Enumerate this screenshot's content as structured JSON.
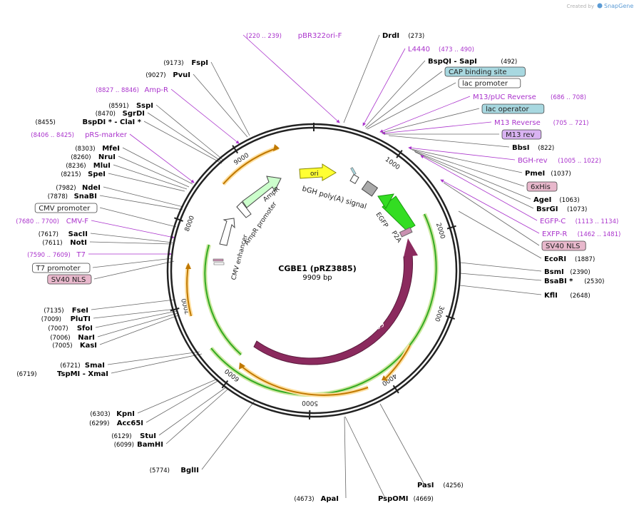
{
  "header": {
    "created_by": "Created by",
    "brand": "SnapGene",
    "brand_color": "#5b9bd5"
  },
  "plasmid": {
    "name": "CGBE1 (pRZ3885)",
    "size_label": "9909 bp",
    "length": 9909
  },
  "ticks": [
    {
      "bp": 1000,
      "label": "1000"
    },
    {
      "bp": 2000,
      "label": "2000"
    },
    {
      "bp": 3000,
      "label": "3000"
    },
    {
      "bp": 4000,
      "label": "4000"
    },
    {
      "bp": 5000,
      "label": "5000"
    },
    {
      "bp": 6000,
      "label": "6000"
    },
    {
      "bp": 7000,
      "label": "7000"
    },
    {
      "bp": 8000,
      "label": "8000"
    },
    {
      "bp": 9000,
      "label": "9000"
    }
  ],
  "features": [
    {
      "name": "Cas9",
      "color": "#8b2a5e"
    },
    {
      "name": "EGFP",
      "color": "#33dd22"
    },
    {
      "name": "P2A",
      "color": "#c990b0"
    },
    {
      "name": "bGH poly(A) signal",
      "color": "#999999"
    },
    {
      "name": "ori",
      "color": "#ffff33"
    },
    {
      "name": "AmpR",
      "color": "#ccffcc"
    },
    {
      "name": "AmpR promoter",
      "color": "#ffffff"
    },
    {
      "name": "CMV enhancer",
      "color": "#ffffff"
    }
  ],
  "right_labels": [
    {
      "id": "pbr322ori-f",
      "text": "pBR322ori-F",
      "pre": "(220 .. 239)",
      "kind": "primer"
    },
    {
      "id": "drdi",
      "text": "DrdI",
      "post": "(273)",
      "kind": "enzyme"
    },
    {
      "id": "l4440",
      "text": "L4440",
      "post": "(473 .. 490)",
      "kind": "primer"
    },
    {
      "id": "bspqi",
      "text": "BspQI   - SapI",
      "post": "(492)",
      "kind": "enzyme"
    },
    {
      "id": "cap-binding-site",
      "text": "CAP binding site",
      "kind": "box",
      "fill": "#a8d8e0"
    },
    {
      "id": "lac-promoter",
      "text": "lac promoter",
      "kind": "box",
      "fill": "#ffffff"
    },
    {
      "id": "m13-puc-reverse",
      "text": "M13/pUC Reverse",
      "post": "(686 .. 708)",
      "kind": "primer"
    },
    {
      "id": "lac-operator",
      "text": "lac operator",
      "kind": "box",
      "fill": "#a8d8e0"
    },
    {
      "id": "m13-reverse",
      "text": "M13 Reverse",
      "post": "(705 .. 721)",
      "kind": "primer"
    },
    {
      "id": "m13-rev",
      "text": "M13 rev",
      "kind": "box",
      "fill": "#d9b3f2"
    },
    {
      "id": "bbsi",
      "text": "BbsI",
      "post": "(822)",
      "kind": "enzyme"
    },
    {
      "id": "bgh-rev",
      "text": "BGH-rev",
      "post": "(1005 .. 1022)",
      "kind": "primer"
    },
    {
      "id": "pmei",
      "text": "PmeI",
      "post": "(1037)",
      "kind": "enzyme"
    },
    {
      "id": "6xhis",
      "text": "6xHis",
      "kind": "box",
      "fill": "#e8b8cc"
    },
    {
      "id": "agei",
      "text": "AgeI",
      "post": "(1063)",
      "kind": "enzyme"
    },
    {
      "id": "bsrgi",
      "text": "BsrGI",
      "post": "(1073)",
      "kind": "enzyme"
    },
    {
      "id": "egfp-c",
      "text": "EGFP-C",
      "post": "(1113 .. 1134)",
      "kind": "primer"
    },
    {
      "id": "exfp-r",
      "text": "EXFP-R",
      "post": "(1462 .. 1481)",
      "kind": "primer"
    },
    {
      "id": "sv40-nls-r",
      "text": "SV40 NLS",
      "kind": "box",
      "fill": "#e8b8cc"
    },
    {
      "id": "ecori",
      "text": "EcoRI",
      "post": "(1887)",
      "kind": "enzyme"
    },
    {
      "id": "bsmi",
      "text": "BsmI",
      "post": "(2390)",
      "kind": "enzyme"
    },
    {
      "id": "bsabi",
      "text": "BsaBI *",
      "post": "(2530)",
      "kind": "enzyme"
    },
    {
      "id": "kfli",
      "text": "KflI",
      "post": "(2648)",
      "kind": "enzyme"
    },
    {
      "id": "pasi",
      "text": "PasI",
      "post": "(4256)",
      "kind": "enzyme"
    },
    {
      "id": "psp0mi",
      "text": "PspOMI",
      "post": "(4669)",
      "kind": "enzyme"
    }
  ],
  "left_labels": [
    {
      "id": "apai",
      "text": "ApaI",
      "pre": "(4673)",
      "kind": "enzyme"
    },
    {
      "id": "fspi",
      "text": "FspI",
      "pre": "(9173)",
      "kind": "enzyme"
    },
    {
      "id": "pvui",
      "text": "PvuI",
      "pre": "(9027)",
      "kind": "enzyme"
    },
    {
      "id": "amp-r",
      "text": "Amp-R",
      "pre": "(8827 .. 8846)",
      "kind": "primer"
    },
    {
      "id": "sspi",
      "text": "SspI",
      "pre": "(8591)",
      "kind": "enzyme"
    },
    {
      "id": "sgrdi",
      "text": "SgrDI",
      "pre": "(8470)",
      "kind": "enzyme"
    },
    {
      "id": "bspdi",
      "text": "BspDI *  - ClaI *",
      "pre": "(8455)",
      "kind": "enzyme"
    },
    {
      "id": "prs-marker",
      "text": "pRS-marker",
      "pre": "(8406 .. 8425)",
      "kind": "primer"
    },
    {
      "id": "mfei",
      "text": "MfeI",
      "pre": "(8303)",
      "kind": "enzyme"
    },
    {
      "id": "nrui",
      "text": "NruI",
      "pre": "(8260)",
      "kind": "enzyme"
    },
    {
      "id": "mlui",
      "text": "MluI",
      "pre": "(8236)",
      "kind": "enzyme"
    },
    {
      "id": "spei",
      "text": "SpeI",
      "pre": "(8215)",
      "kind": "enzyme"
    },
    {
      "id": "ndei",
      "text": "NdeI",
      "pre": "(7982)",
      "kind": "enzyme"
    },
    {
      "id": "snabi",
      "text": "SnaBI",
      "pre": "(7878)",
      "kind": "enzyme"
    },
    {
      "id": "cmv-promoter",
      "text": "CMV promoter",
      "kind": "box",
      "fill": "#ffffff"
    },
    {
      "id": "cmv-f",
      "text": "CMV-F",
      "pre": "(7680 .. 7700)",
      "kind": "primer"
    },
    {
      "id": "sacii",
      "text": "SacII",
      "pre": "(7617)",
      "kind": "enzyme"
    },
    {
      "id": "noti",
      "text": "NotI",
      "pre": "(7611)",
      "kind": "enzyme"
    },
    {
      "id": "t7",
      "text": "T7",
      "pre": "(7590 .. 7609)",
      "kind": "primer"
    },
    {
      "id": "t7-promoter",
      "text": "T7 promoter",
      "kind": "box",
      "fill": "#ffffff"
    },
    {
      "id": "sv40-nls-l",
      "text": "SV40 NLS",
      "kind": "box",
      "fill": "#e8b8cc"
    },
    {
      "id": "fsei",
      "text": "FseI",
      "pre": "(7135)",
      "kind": "enzyme"
    },
    {
      "id": "pluti",
      "text": "PluTI",
      "pre": "(7009)",
      "kind": "enzyme"
    },
    {
      "id": "sfoi",
      "text": "SfoI",
      "pre": "(7007)",
      "kind": "enzyme"
    },
    {
      "id": "nari",
      "text": "NarI",
      "pre": "(7006)",
      "kind": "enzyme"
    },
    {
      "id": "kasi",
      "text": "KasI",
      "pre": "(7005)",
      "kind": "enzyme"
    },
    {
      "id": "smai",
      "text": "SmaI",
      "pre": "(6721)",
      "kind": "enzyme"
    },
    {
      "id": "tspmi",
      "text": "TspMI   - XmaI",
      "pre": "(6719)",
      "kind": "enzyme"
    },
    {
      "id": "kpni",
      "text": "KpnI",
      "pre": "(6303)",
      "kind": "enzyme"
    },
    {
      "id": "acc65i",
      "text": "Acc65I",
      "pre": "(6299)",
      "kind": "enzyme"
    },
    {
      "id": "stui",
      "text": "StuI",
      "pre": "(6129)",
      "kind": "enzyme"
    },
    {
      "id": "bamhi",
      "text": "BamHI",
      "pre": "(6099)",
      "kind": "enzyme"
    },
    {
      "id": "bglii",
      "text": "BglII",
      "pre": "(5774)",
      "kind": "enzyme"
    }
  ],
  "colors": {
    "primer": "#aa33cc",
    "enzyme": "#000000",
    "backbone": "#222222",
    "cas9": "#8b2a5e",
    "egfp": "#33dd22",
    "orange_arrow": "#f0a030"
  }
}
